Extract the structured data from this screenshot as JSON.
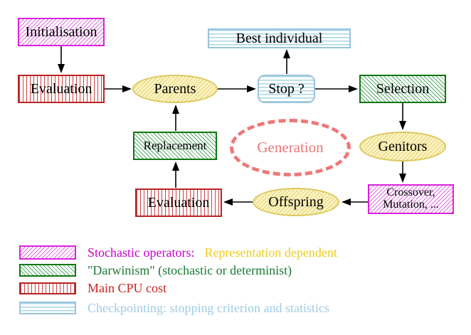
{
  "diagram": {
    "title_hint": "Evolutionary algorithm generation loop",
    "nodes": {
      "initialisation": "Initialisation",
      "evaluation_top": "Evaluation",
      "parents": "Parents",
      "stop": "Stop ?",
      "best_individual": "Best individual",
      "selection": "Selection",
      "genitors": "Genitors",
      "crossover_line1": "Crossover,",
      "crossover_line2": "Mutation, ...",
      "offspring": "Offspring",
      "evaluation_bottom": "Evaluation",
      "replacement": "Replacement",
      "generation": "Generation"
    },
    "colors": {
      "magenta": "#dd22dd",
      "red": "#bb2222",
      "green": "#117711",
      "cyan": "#99c4dd",
      "yellow": "#dcc85e",
      "salmon": "#ee7777",
      "arrow": "#000000"
    }
  },
  "legend": {
    "items": [
      {
        "label": "Stochastic operators:",
        "label2": "Representation dependent"
      },
      {
        "label": "\"Darwinism\" (stochastic or determinist)"
      },
      {
        "label": "Main CPU cost"
      },
      {
        "label": "Checkpointing: stopping criterion and statistics"
      }
    ]
  }
}
